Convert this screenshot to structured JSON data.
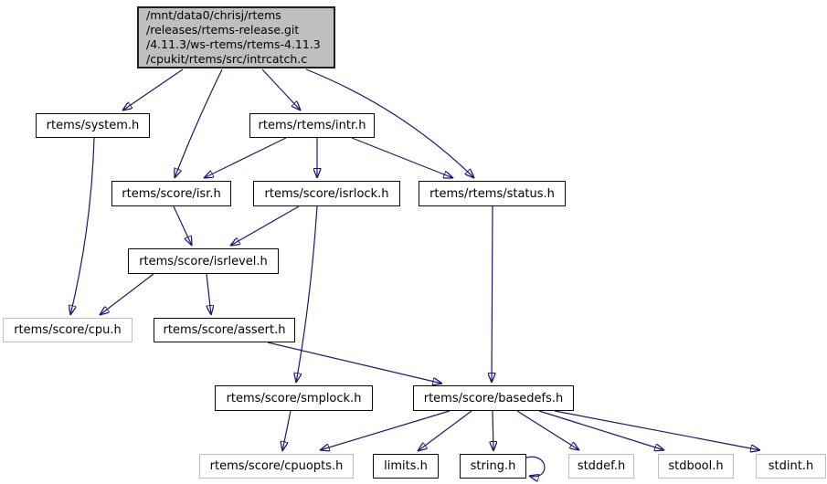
{
  "diagram": {
    "type": "doxygen-include-dependency-graph",
    "background_color": "#ffffff",
    "edge_color": "#191970",
    "internal_node_border_color": "#000000",
    "external_node_border_color": "#bfbfbf",
    "source_node_fill_color": "#bfbfbf",
    "source_file_lines": [
      "/mnt/data0/chrisj/rtems",
      "/releases/rtems-release.git",
      "/4.11.3/ws-rtems/rtems-4.11.3",
      "/cpukit/rtems/src/intrcatch.c"
    ],
    "nodes": {
      "intrcatch": {
        "label": "/mnt/data0/chrisj/rtems /releases/rtems-release.git /4.11.3/ws-rtems/rtems-4.11.3 /cpukit/rtems/src/intrcatch.c",
        "kind": "source"
      },
      "system": {
        "label": "rtems/system.h",
        "kind": "internal"
      },
      "intr": {
        "label": "rtems/rtems/intr.h",
        "kind": "internal"
      },
      "isr": {
        "label": "rtems/score/isr.h",
        "kind": "internal"
      },
      "isrlock": {
        "label": "rtems/score/isrlock.h",
        "kind": "internal"
      },
      "status": {
        "label": "rtems/rtems/status.h",
        "kind": "internal"
      },
      "isrlevel": {
        "label": "rtems/score/isrlevel.h",
        "kind": "internal"
      },
      "cpu": {
        "label": "rtems/score/cpu.h",
        "kind": "external"
      },
      "assert": {
        "label": "rtems/score/assert.h",
        "kind": "internal"
      },
      "smplock": {
        "label": "rtems/score/smplock.h",
        "kind": "internal"
      },
      "basedefs": {
        "label": "rtems/score/basedefs.h",
        "kind": "internal"
      },
      "cpuopts": {
        "label": "rtems/score/cpuopts.h",
        "kind": "external"
      },
      "limits": {
        "label": "limits.h",
        "kind": "internal"
      },
      "string": {
        "label": "string.h",
        "kind": "internal"
      },
      "stddef": {
        "label": "stddef.h",
        "kind": "external"
      },
      "stdbool": {
        "label": "stdbool.h",
        "kind": "external"
      },
      "stdint": {
        "label": "stdint.h",
        "kind": "external"
      }
    },
    "edges": [
      {
        "from": "/cpukit/rtems/src/intrcatch.c",
        "to": "rtems/system.h"
      },
      {
        "from": "/cpukit/rtems/src/intrcatch.c",
        "to": "rtems/score/isr.h"
      },
      {
        "from": "/cpukit/rtems/src/intrcatch.c",
        "to": "rtems/rtems/intr.h"
      },
      {
        "from": "/cpukit/rtems/src/intrcatch.c",
        "to": "rtems/rtems/status.h"
      },
      {
        "from": "rtems/system.h",
        "to": "rtems/score/cpu.h"
      },
      {
        "from": "rtems/rtems/intr.h",
        "to": "rtems/score/isr.h"
      },
      {
        "from": "rtems/rtems/intr.h",
        "to": "rtems/score/isrlock.h"
      },
      {
        "from": "rtems/rtems/intr.h",
        "to": "rtems/rtems/status.h"
      },
      {
        "from": "rtems/score/isr.h",
        "to": "rtems/score/isrlevel.h"
      },
      {
        "from": "rtems/score/isrlock.h",
        "to": "rtems/score/isrlevel.h"
      },
      {
        "from": "rtems/score/isrlock.h",
        "to": "rtems/score/smplock.h"
      },
      {
        "from": "rtems/rtems/status.h",
        "to": "rtems/score/basedefs.h"
      },
      {
        "from": "rtems/score/isrlevel.h",
        "to": "rtems/score/cpu.h"
      },
      {
        "from": "rtems/score/isrlevel.h",
        "to": "rtems/score/assert.h"
      },
      {
        "from": "rtems/score/assert.h",
        "to": "rtems/score/basedefs.h"
      },
      {
        "from": "rtems/score/smplock.h",
        "to": "rtems/score/cpuopts.h"
      },
      {
        "from": "rtems/score/basedefs.h",
        "to": "rtems/score/cpuopts.h"
      },
      {
        "from": "rtems/score/basedefs.h",
        "to": "limits.h"
      },
      {
        "from": "rtems/score/basedefs.h",
        "to": "string.h"
      },
      {
        "from": "rtems/score/basedefs.h",
        "to": "stddef.h"
      },
      {
        "from": "rtems/score/basedefs.h",
        "to": "stdbool.h"
      },
      {
        "from": "rtems/score/basedefs.h",
        "to": "stdint.h"
      },
      {
        "from": "string.h",
        "to": "string.h"
      }
    ]
  }
}
